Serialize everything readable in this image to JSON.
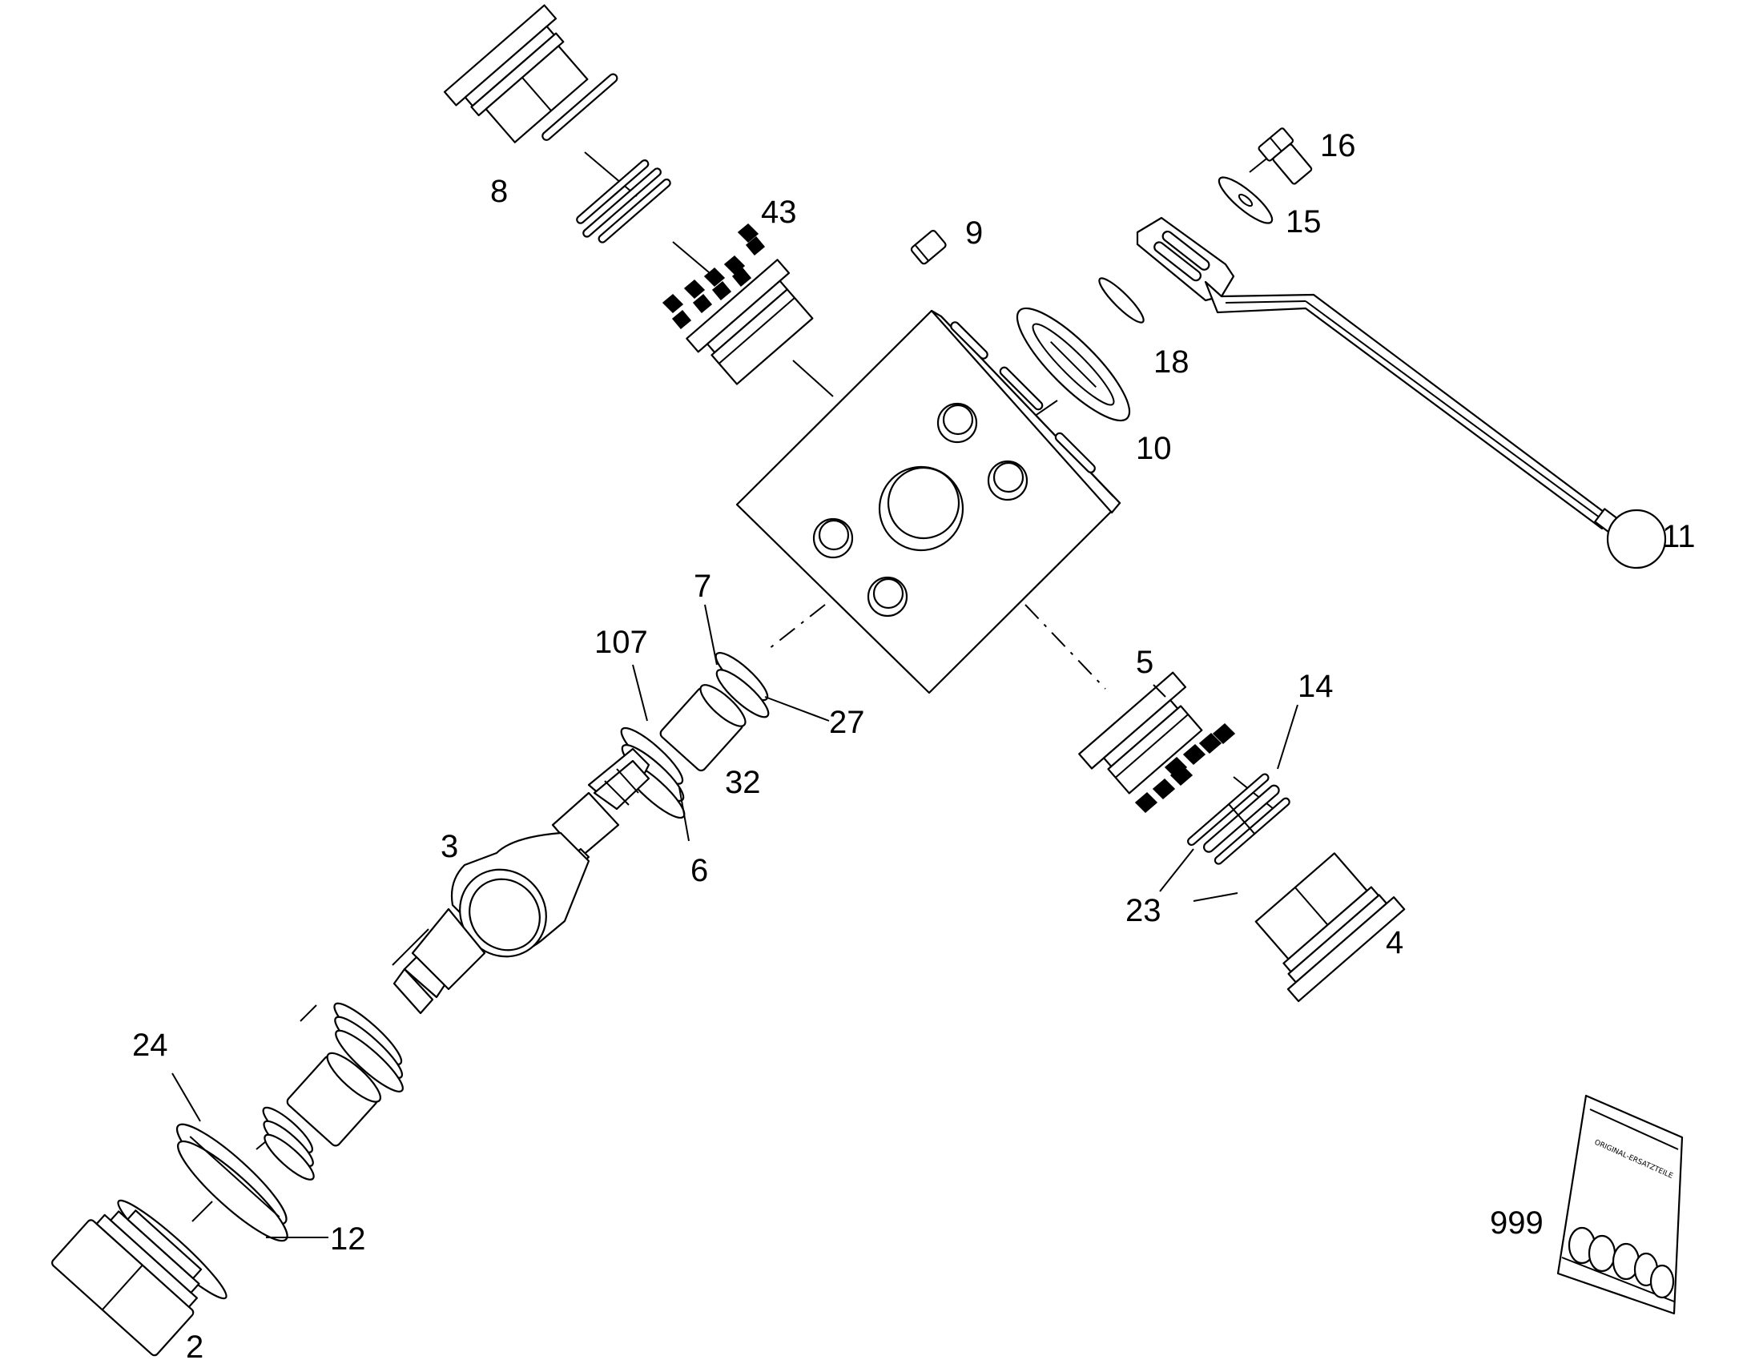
{
  "diagram": {
    "labels": {
      "p2": "2",
      "p3": "3",
      "p4": "4",
      "p5": "5",
      "p6": "6",
      "p7": "7",
      "p8": "8",
      "p9": "9",
      "p10": "10",
      "p11": "11",
      "p12": "12",
      "p14": "14",
      "p15": "15",
      "p16": "16",
      "p18": "18",
      "p23": "23",
      "p24": "24",
      "p27": "27",
      "p32": "32",
      "p43": "43",
      "p107": "107",
      "p999": "999"
    },
    "bag_text": "ORIGINAL-ERSATZTEILE"
  }
}
